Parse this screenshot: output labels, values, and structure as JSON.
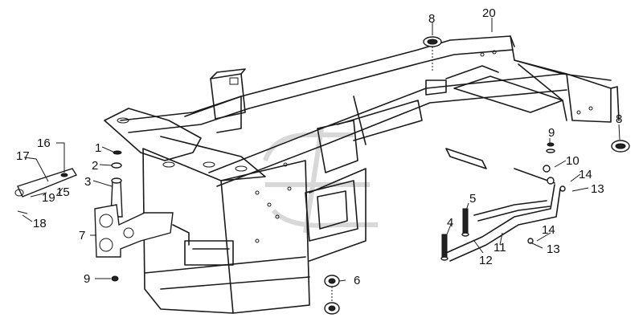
{
  "diagram": {
    "callouts": {
      "c1": "1",
      "c2": "2",
      "c3": "3",
      "c4": "4",
      "c5": "5",
      "c6": "6",
      "c7": "7",
      "c8a": "8",
      "c8b": "8",
      "c9a": "9",
      "c9b": "9",
      "c10": "10",
      "c11": "11",
      "c12": "12",
      "c13a": "13",
      "c13b": "13",
      "c14a": "14",
      "c14b": "14",
      "c15": "15",
      "c16": "16",
      "c17": "17",
      "c18": "18",
      "c19": "19",
      "c20": "20"
    }
  }
}
